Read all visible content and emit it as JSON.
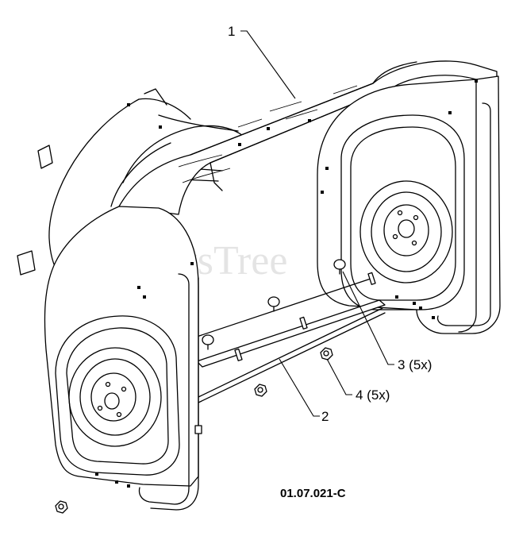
{
  "watermark": "PartsTree",
  "figure_code": "01.07.021-C",
  "callouts": [
    {
      "id": "1",
      "label": "1"
    },
    {
      "id": "2",
      "label": "2"
    },
    {
      "id": "3",
      "label": "3 (5x)"
    },
    {
      "id": "4",
      "label": "4 (5x)"
    }
  ]
}
